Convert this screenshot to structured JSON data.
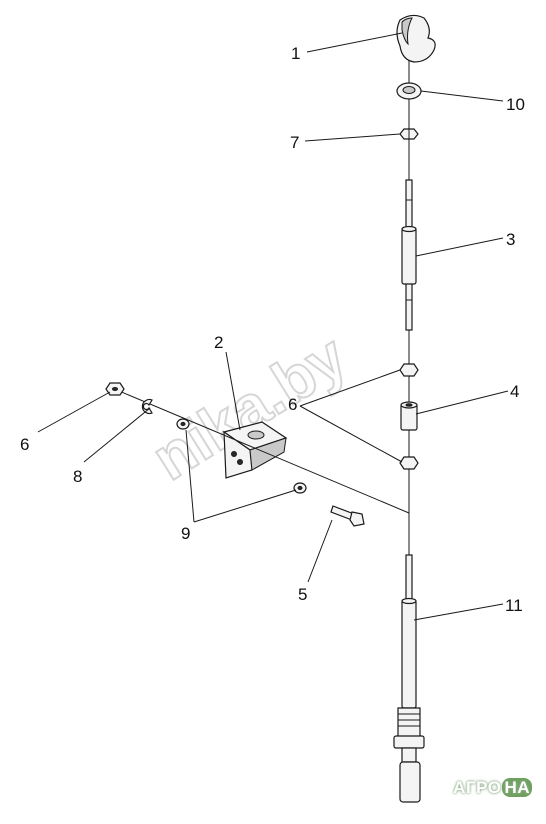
{
  "callouts": [
    "1",
    "10",
    "7",
    "3",
    "2",
    "4",
    "6",
    "6",
    "8",
    "9",
    "5",
    "11"
  ],
  "watermark": "nika.by",
  "logo": {
    "prefix": "АГРО",
    "suffix": "НА"
  },
  "colors": {
    "line": "#1a1a1a",
    "fill": "#f4f4f4",
    "shade": "#c9c9c9",
    "watermark": "#d6d6d6",
    "logo_accent": "#6fa060"
  }
}
